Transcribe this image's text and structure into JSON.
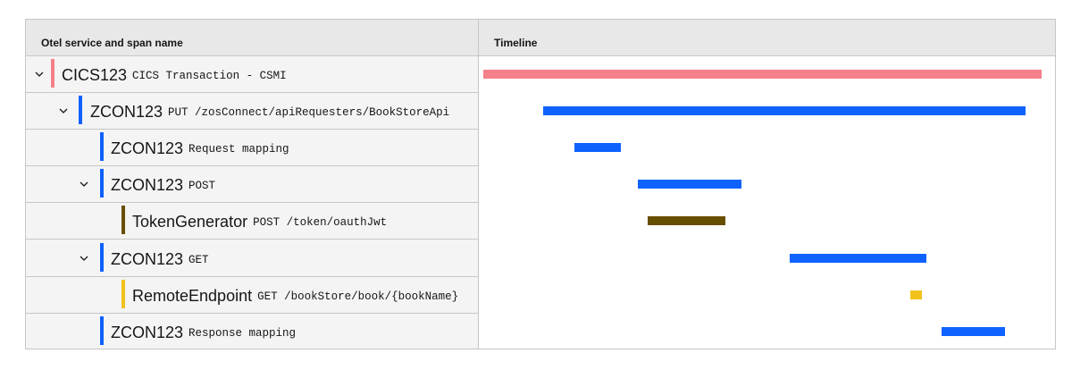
{
  "header": {
    "service_col": "Otel service and span name",
    "timeline_col": "Timeline"
  },
  "rows": [
    {
      "service": "CICS123",
      "span": "CICS Transaction - CSMI",
      "color": "#f4808a",
      "expandable": true,
      "depth": 0,
      "timeline": {
        "start": 0.0,
        "end": 1.0
      }
    },
    {
      "service": "ZCON123",
      "span": "PUT /zosConnect/apiRequesters/BookStoreApi",
      "color": "#0f62fe",
      "expandable": true,
      "depth": 1,
      "timeline": {
        "start": 0.107,
        "end": 0.971
      }
    },
    {
      "service": "ZCON123",
      "span": "Request mapping",
      "color": "#0f62fe",
      "expandable": false,
      "depth": 2,
      "timeline": {
        "start": 0.163,
        "end": 0.247
      }
    },
    {
      "service": "ZCON123",
      "span": "POST",
      "color": "#0f62fe",
      "expandable": true,
      "depth": 2,
      "timeline": {
        "start": 0.276,
        "end": 0.463
      }
    },
    {
      "service": "TokenGenerator",
      "span": "POST /token/oauthJwt",
      "color": "#684e00",
      "expandable": false,
      "depth": 3,
      "timeline": {
        "start": 0.295,
        "end": 0.434
      }
    },
    {
      "service": "ZCON123",
      "span": "GET",
      "color": "#0f62fe",
      "expandable": true,
      "depth": 2,
      "timeline": {
        "start": 0.549,
        "end": 0.794
      }
    },
    {
      "service": "RemoteEndpoint",
      "span": "GET /bookStore/book/{bookName}",
      "color": "#f1c21b",
      "expandable": false,
      "depth": 3,
      "timeline": {
        "start": 0.764,
        "end": 0.785
      }
    },
    {
      "service": "ZCON123",
      "span": "Response mapping",
      "color": "#0f62fe",
      "expandable": false,
      "depth": 2,
      "timeline": {
        "start": 0.82,
        "end": 0.934
      }
    }
  ],
  "icons": {
    "expand": "chevron-down-icon"
  }
}
